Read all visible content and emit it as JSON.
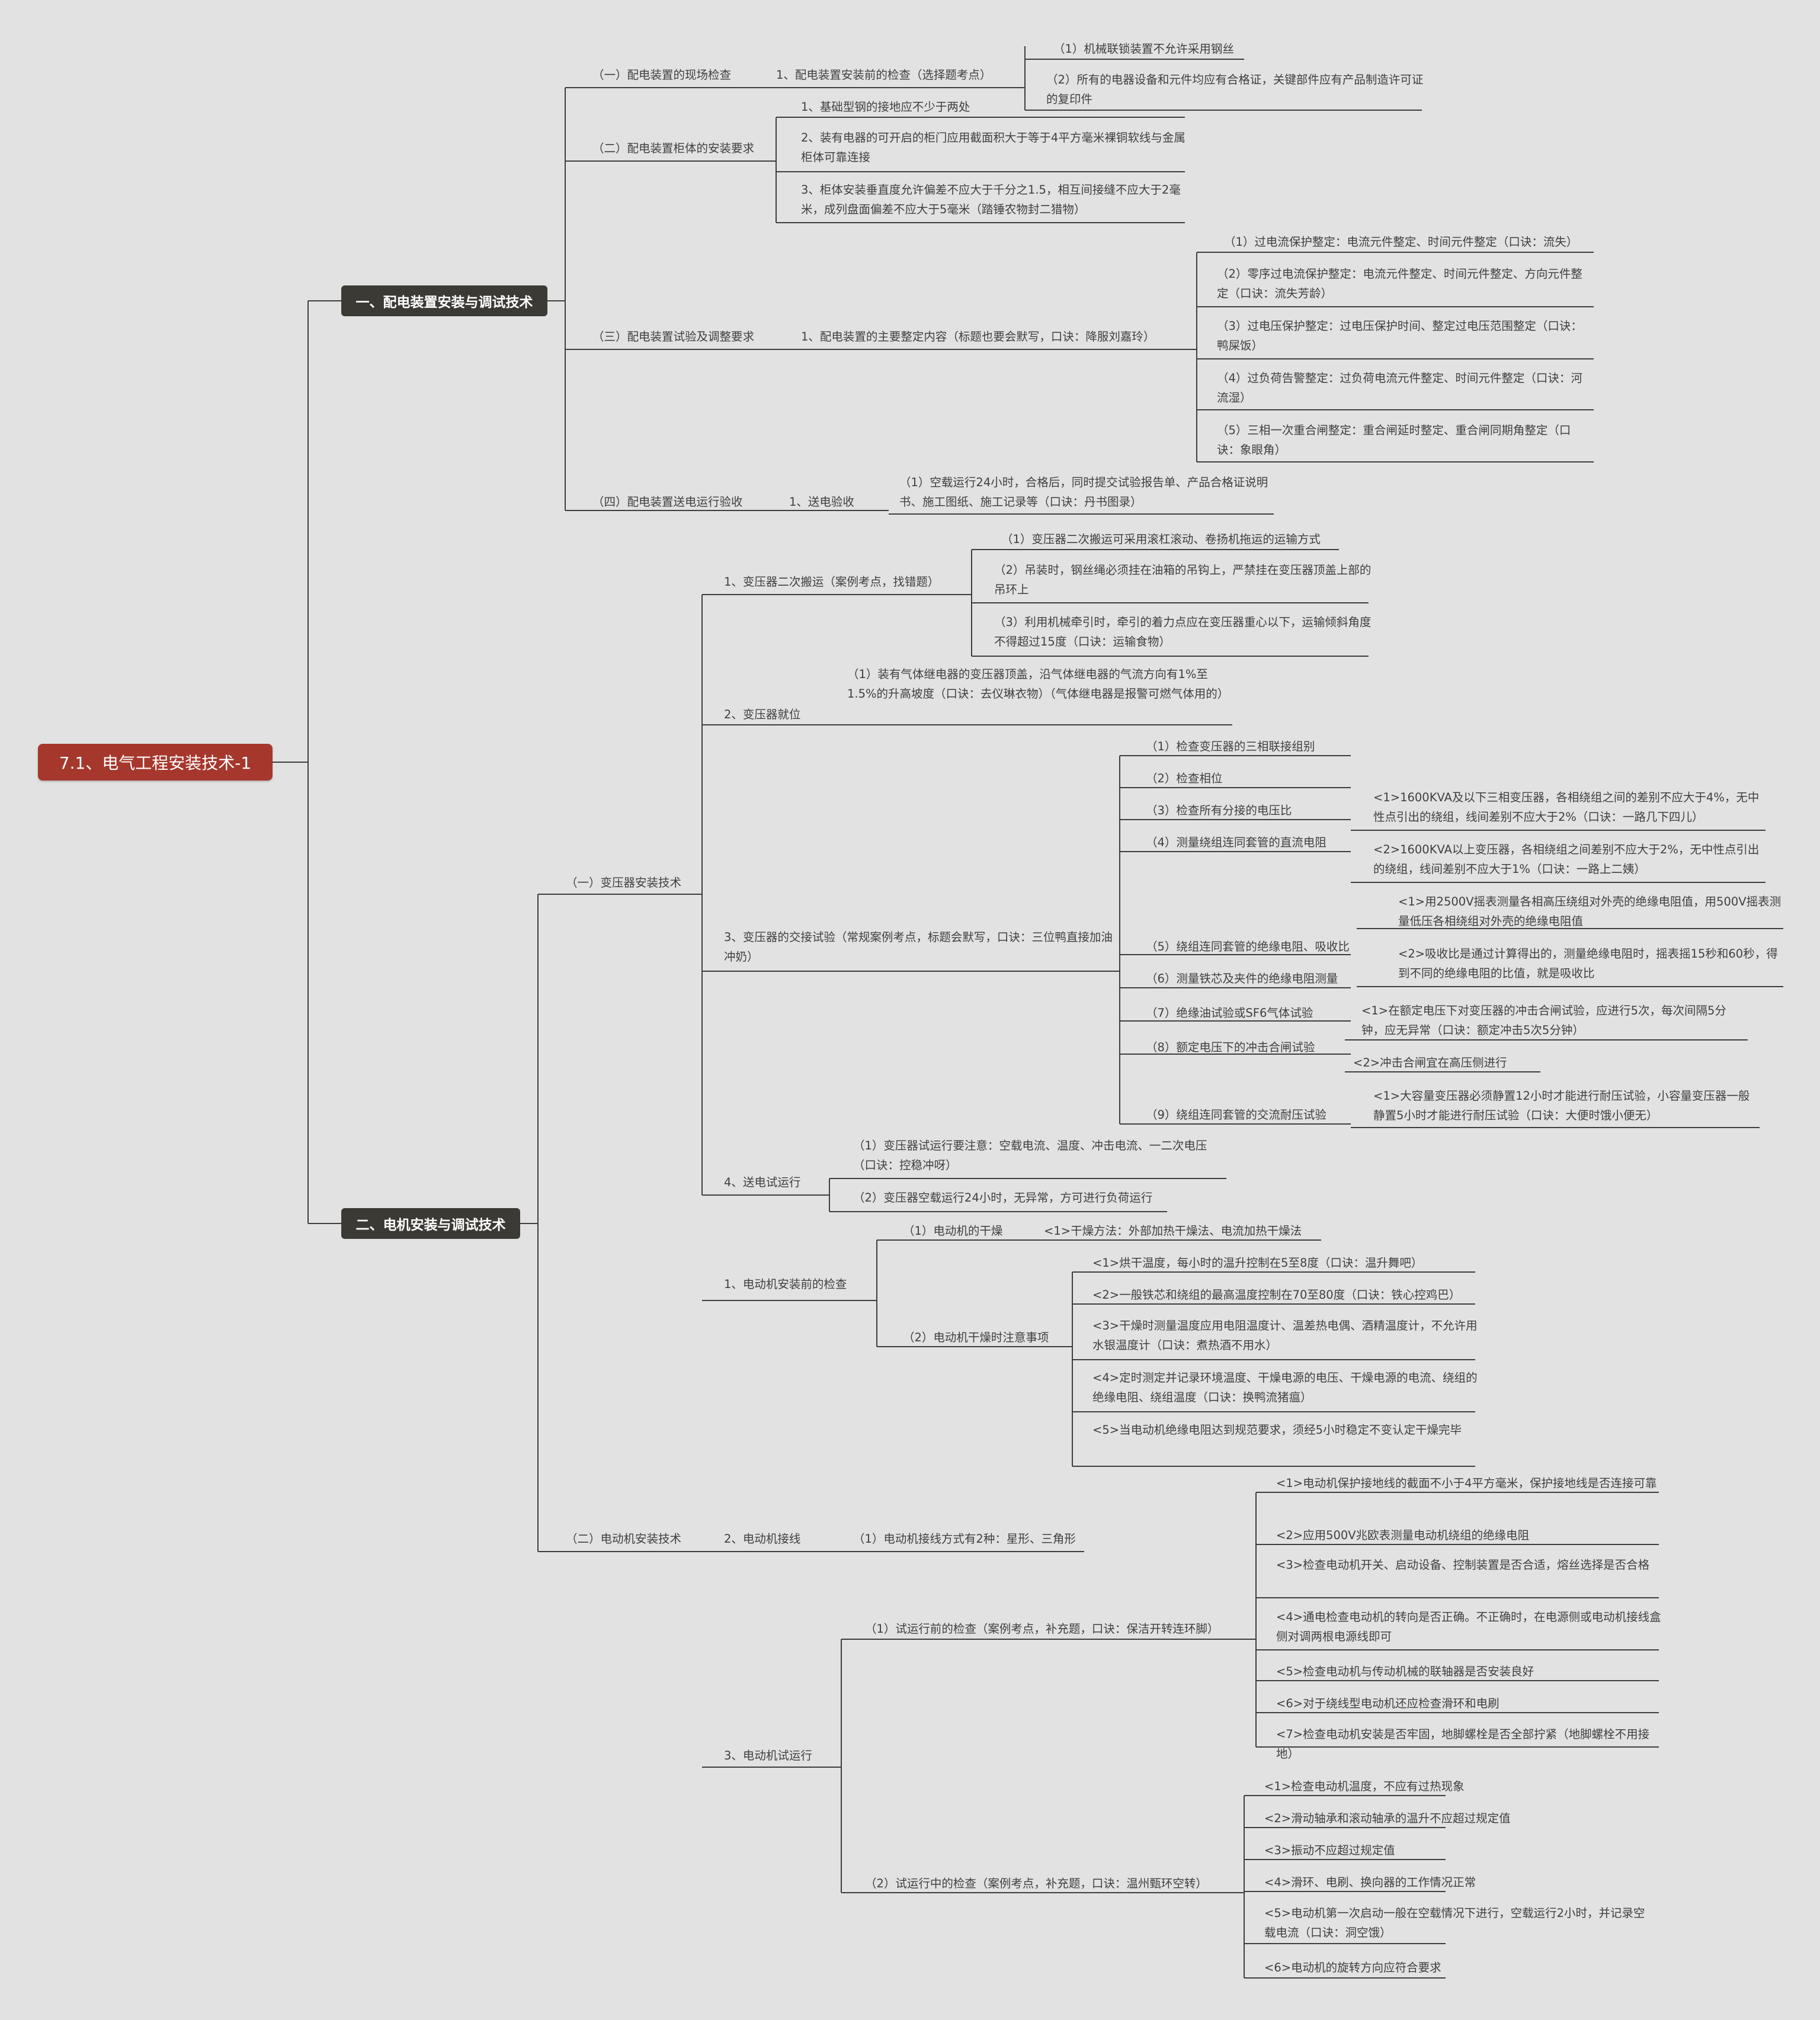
{
  "root": "7.1、电气工程安装技术-1",
  "branches": [
    "一、配电装置安装与调试技术",
    "二、电机安装与调试技术"
  ],
  "nodes": [
    "（一）配电装置的现场检查",
    "1、配电装置安装前的检查（选择题考点）",
    "（1）机械联锁装置不允许采用钢丝",
    "（2）所有的电器设备和元件均应有合格证，关键部件应有产品制造许可证的复印件",
    "（二）配电装置柜体的安装要求",
    "1、基础型钢的接地应不少于两处",
    "2、装有电器的可开启的柜门应用截面积大于等于4平方毫米裸铜软线与金属柜体可靠连接",
    "3、柜体安装垂直度允许偏差不应大于千分之1.5，相互间接缝不应大于2毫米，成列盘面偏差不应大于5毫米（踏锤农物封二猎物）",
    "（三）配电装置试验及调整要求",
    "1、配电装置的主要整定内容（标题也要会默写，口诀：降服刘嘉玲）",
    "（1）过电流保护整定：电流元件整定、时间元件整定（口诀：流失）",
    "（2）零序过电流保护整定：电流元件整定、时间元件整定、方向元件整定（口诀：流失芳龄）",
    "（3）过电压保护整定：过电压保护时间、整定过电压范围整定（口诀：鸭屎饭）",
    "（4）过负荷告警整定：过负荷电流元件整定、时间元件整定（口诀：河流湿）",
    "（5）三相一次重合闸整定：重合闸延时整定、重合闸同期角整定（口诀：象眼角）",
    "（四）配电装置送电运行验收",
    "1、送电验收",
    "（1）空载运行24小时，合格后，同时提交试验报告单、产品合格证说明书、施工图纸、施工记录等（口诀：丹书图录）",
    "（一）变压器安装技术",
    "1、变压器二次搬运（案例考点，找错题）",
    "（1）变压器二次搬运可采用滚杠滚动、卷扬机拖运的运输方式",
    "（2）吊装时，钢丝绳必须挂在油箱的吊钩上，严禁挂在变压器顶盖上部的吊环上",
    "（3）利用机械牵引时，牵引的着力点应在变压器重心以下，运输倾斜角度不得超过15度（口诀：运输食物）",
    "2、变压器就位",
    "（1）装有气体继电器的变压器顶盖，沿气体继电器的气流方向有1%至1.5%的升高坡度（口诀：去仪琳衣物）（气体继电器是报警可燃气体用的）",
    "3、变压器的交接试验（常规案例考点，标题会默写，口诀：三位鸭直接加油冲奶）",
    "（1）检查变压器的三相联接组别",
    "（2）检查相位",
    "（3）检查所有分接的电压比",
    "（4）测量绕组连同套管的直流电阻",
    "<1>1600KVA及以下三相变压器，各相绕组之间的差别不应大于4%，无中性点引出的绕组，线间差别不应大于2%（口诀：一路几下四儿）",
    "<2>1600KVA以上变压器，各相绕组之间差别不应大于2%，无中性点引出的绕组，线间差别不应大于1%（口诀：一路上二姨）",
    "（5）绕组连同套管的绝缘电阻、吸收比",
    "<1>用2500V摇表测量各相高压绕组对外壳的绝缘电阻值，用500V摇表测量低压各相绕组对外壳的绝缘电阻值",
    "<2>吸收比是通过计算得出的，测量绝缘电阻时，摇表摇15秒和60秒，得到不同的绝缘电阻的比值，就是吸收比",
    "（6）测量铁芯及夹件的绝缘电阻测量",
    "（7）绝缘油试验或SF6气体试验",
    "（8）额定电压下的冲击合闸试验",
    "<1>在额定电压下对变压器的冲击合闸试验，应进行5次，每次间隔5分钟，应无异常（口诀：额定冲击5次5分钟）",
    "<2>冲击合闸宜在高压侧进行",
    "（9）绕组连同套管的交流耐压试验",
    "<1>大容量变压器必须静置12小时才能进行耐压试验，小容量变压器一般静置5小时才能进行耐压试验（口诀：大便时饿小便无）",
    "4、送电试运行",
    "（1）变压器试运行要注意：空载电流、温度、冲击电流、一二次电压（口诀：控稳冲呀）",
    "（2）变压器空载运行24小时，无异常，方可进行负荷运行",
    "（二）电动机安装技术",
    "1、电动机安装前的检查",
    "（1）电动机的干燥",
    "<1>干燥方法：外部加热干燥法、电流加热干燥法",
    "（2）电动机干燥时注意事项",
    "<1>烘干温度，每小时的温升控制在5至8度（口诀：温升舞吧）",
    "<2>一般铁芯和绕组的最高温度控制在70至80度（口诀：铁心控鸡巴）",
    "<3>干燥时测量温度应用电阻温度计、温差热电偶、酒精温度计，不允许用水银温度计（口诀：煮热酒不用水）",
    "<4>定时测定并记录环境温度、干燥电源的电压、干燥电源的电流、绕组的绝缘电阻、绕组温度（口诀：换鸭流猪瘟）",
    "<5>当电动机绝缘电阻达到规范要求，须经5小时稳定不变认定干燥完毕",
    "2、电动机接线",
    "（1）电动机接线方式有2种：星形、三角形",
    "3、电动机试运行",
    "（1）试运行前的检查（案例考点，补充题，口诀：保洁开转连环脚）",
    "<1>电动机保护接地线的截面不小于4平方毫米，保护接地线是否连接可靠",
    "<2>应用500V兆欧表测量电动机绕组的绝缘电阻",
    "<3>检查电动机开关、启动设备、控制装置是否合适，熔丝选择是否合格",
    "<4>通电检查电动机的转向是否正确。不正确时，在电源侧或电动机接线盒侧对调两根电源线即可",
    "<5>检查电动机与传动机械的联轴器是否安装良好",
    "<6>对于绕线型电动机还应检查滑环和电刷",
    "<7>检查电动机安装是否牢固，地脚螺栓是否全部拧紧（地脚螺栓不用接地）",
    "（2）试运行中的检查（案例考点，补充题，口诀：温州甄环空转）",
    "<1>检查电动机温度，不应有过热现象",
    "<2>滑动轴承和滚动轴承的温升不应超过规定值",
    "<3>振动不应超过规定值",
    "<4>滑环、电刷、换向器的工作情况正常",
    "<5>电动机第一次启动一般在空载情况下进行，空载运行2小时，并记录空载电流（口诀：洞空饿）",
    "<6>电动机的旋转方向应符合要求"
  ],
  "colors": {
    "root": "#a6372c",
    "branch": "#3c3a35",
    "line": "#3e3e3e",
    "highlight": "#fff200",
    "background": "#e2e2e2"
  }
}
